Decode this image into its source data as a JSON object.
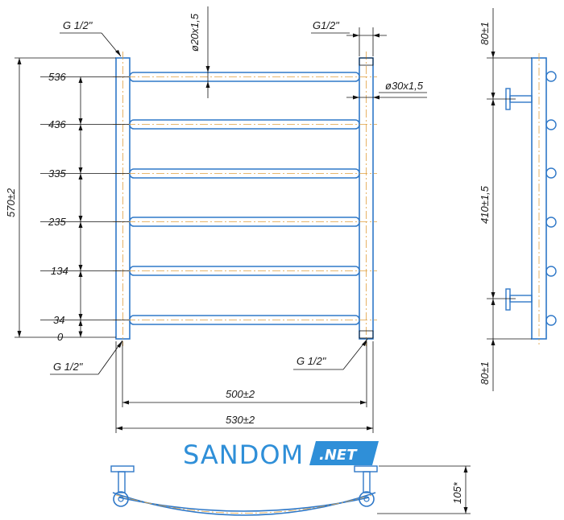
{
  "labels": {
    "g_top_left": "G 1/2\"",
    "g_top_right": "G1/2\"",
    "g_bottom_left": "G 1/2\"",
    "g_bottom_right": "G 1/2\"",
    "pipe_small": "ø20x1,5",
    "pipe_big": "ø30x1,5",
    "height_total": "570±2",
    "width_inner": "500±2",
    "width_outer": "530±2",
    "side_top": "80±1",
    "side_mid": "410±1,5",
    "side_bottom": "80±1",
    "depth": "105*"
  },
  "rungs": [
    "536",
    "436",
    "335",
    "235",
    "134",
    "34",
    "0"
  ],
  "brand": {
    "main": "SANDOM",
    "suffix": ".NET"
  },
  "colors": {
    "pipe": "#2f78c8",
    "axis": "#e0a040",
    "brand": "#2f8fd8"
  }
}
